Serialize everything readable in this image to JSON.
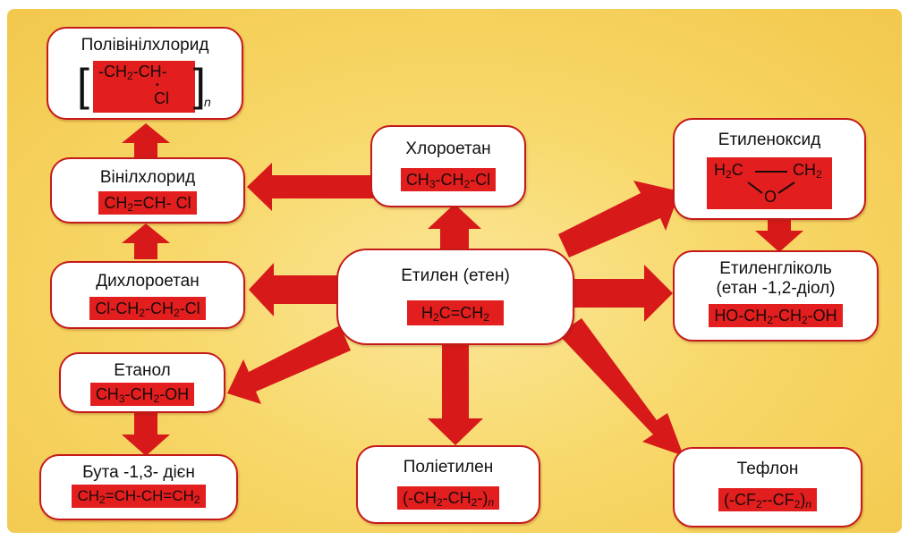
{
  "nodes": {
    "polyvinylchloride": {
      "title": "Полівінілхлорид",
      "unit1": "-CH",
      "unit2": "-CH-",
      "substituent": "Cl",
      "n": "n"
    },
    "vinylchloride": {
      "title": "Вінілхлорид",
      "f1": "CH",
      "f2": "=CH- Cl"
    },
    "chloroethane": {
      "title": "Хлороетан",
      "f1": "CH",
      "f2": "-CH",
      "f3": "-Cl"
    },
    "dichloroethane": {
      "title": "Дихлороетан",
      "f1": "Cl-CH",
      "f2": "-CH",
      "f3": "-Cl"
    },
    "ethylene": {
      "title": "Етилен (етен)",
      "f1": "H",
      "f2": "C=CH"
    },
    "ethanol": {
      "title": "Етанол",
      "f1": "CH",
      "f2": "-CH",
      "f3": "-OH"
    },
    "butadiene": {
      "title": "Бута -1,3- дієн",
      "f1": "CH",
      "f2": "=CH-CH=CH"
    },
    "polyethylene": {
      "title": "Поліетилен",
      "f1": "(-CH",
      "f2": "-CH",
      "f3": "-)",
      "n": "n"
    },
    "ethyleneoxide": {
      "title": "Етиленоксид",
      "left": "H",
      "left2": "C",
      "right": "CH",
      "oxygen": "O"
    },
    "ethyleneglycol": {
      "title": "Етиленгліколь",
      "subtitle": "(етан -1,2-діол)",
      "f1": "HO-CH",
      "f2": "-CH",
      "f3": "-OH"
    },
    "teflon": {
      "title": "Тефлон",
      "f1": "(-CF",
      "f2": "-CF",
      "f3": ")",
      "n": "n"
    }
  },
  "sub2": "2",
  "sub3": "3",
  "colors": {
    "accent": "#e31e1e",
    "border": "#c51a1a",
    "background": "#f8d86a"
  }
}
